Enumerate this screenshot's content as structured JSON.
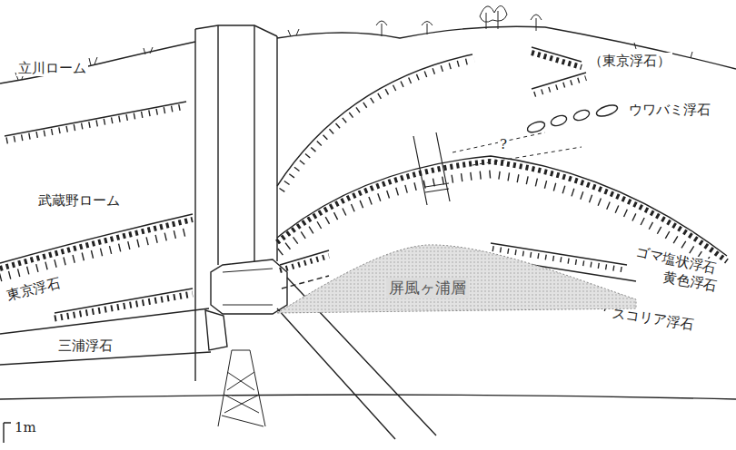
{
  "diagram": {
    "nodes": [
      {
        "text": [
          "屏風ヶ浦層"
        ]
      }
    ],
    "labels": [
      "立川ローム",
      "武蔵野ローム",
      "東京浮石",
      "三浦浮石",
      "（東京浮石）",
      "ウワバミ浮石",
      "ゴマ塩状浮石",
      "黄色浮石",
      "スコリア浮石",
      "?",
      "1m"
    ]
  }
}
